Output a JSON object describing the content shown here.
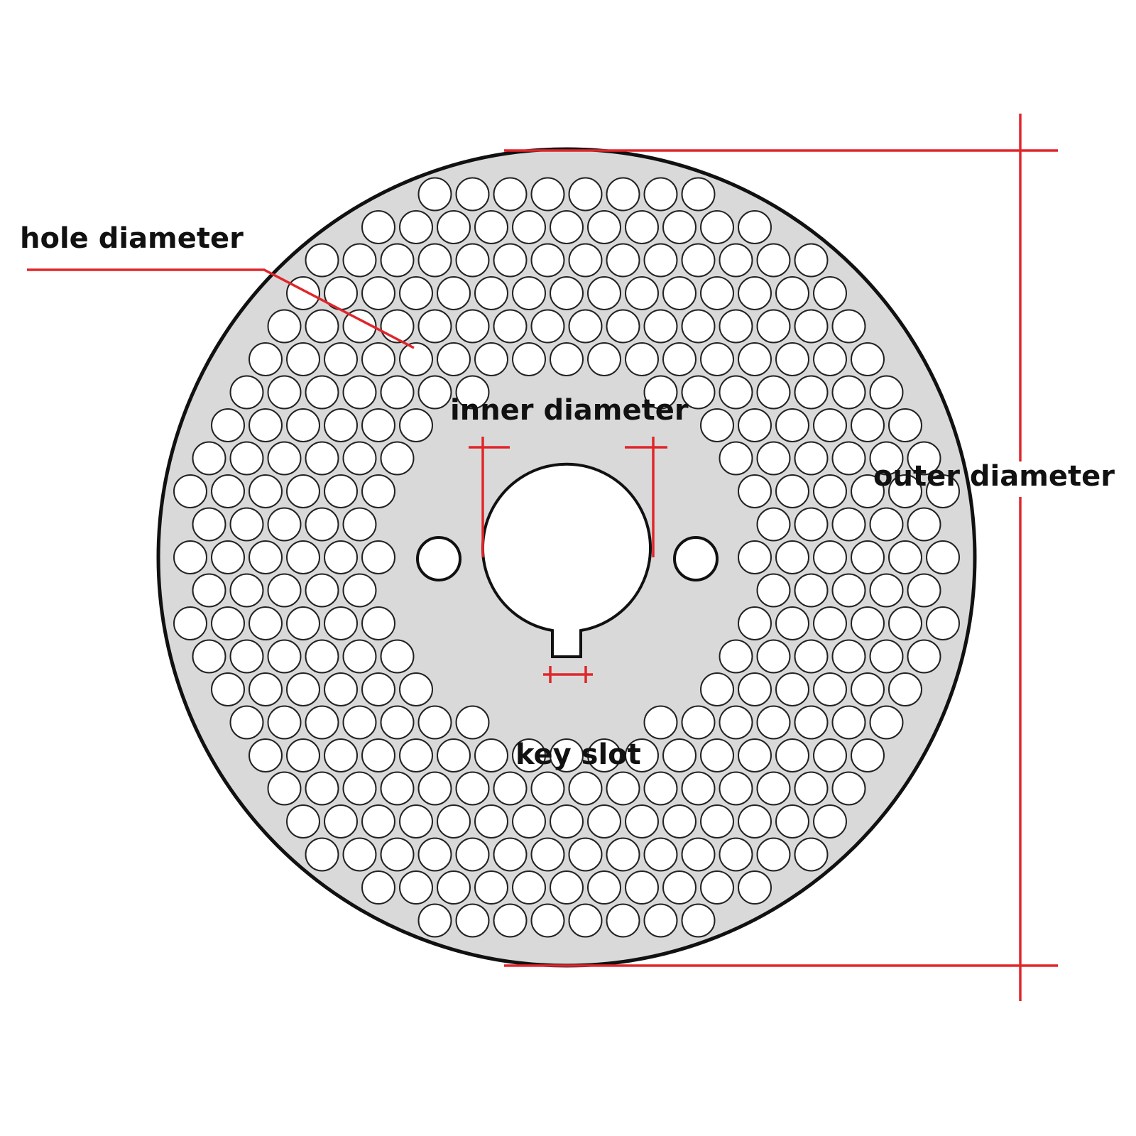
{
  "labels": {
    "hole_diameter": "hole diameter",
    "inner_diameter": "inner diameter",
    "outer_diameter": "outer diameter",
    "key_slot": "key slot"
  },
  "colors": {
    "dimension_line": "#e0262b",
    "disc_fill": "#d9d9d9",
    "disc_outline": "#111111",
    "hole_fill": "#ffffff"
  }
}
